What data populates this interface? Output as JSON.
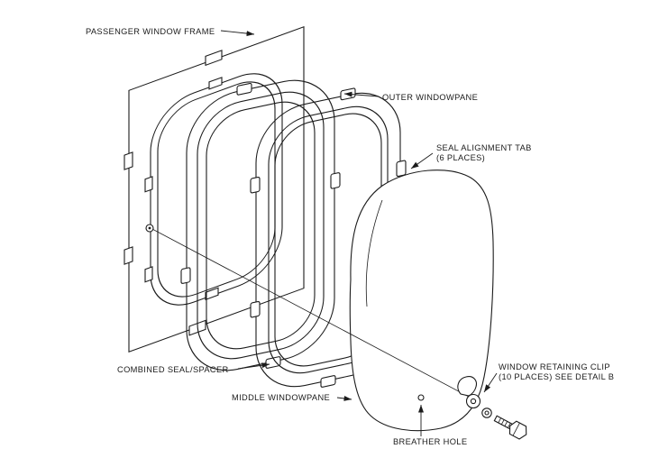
{
  "diagram": {
    "background": "#ffffff",
    "ink_color": "#1b1b1b",
    "labels": {
      "frame": "PASSENGER WINDOW FRAME",
      "outer_pane": "OUTER WINDOWPANE",
      "seal_tab_line1": "SEAL ALIGNMENT TAB",
      "seal_tab_line2": "(6 PLACES)",
      "seal_spacer": "COMBINED SEAL/SPACER",
      "middle_pane": "MIDDLE WINDOWPANE",
      "clip_line1": "WINDOW RETAINING CLIP",
      "clip_line2": "(10 PLACES) SEE DETAIL B",
      "breather": "BREATHER HOLE"
    }
  }
}
